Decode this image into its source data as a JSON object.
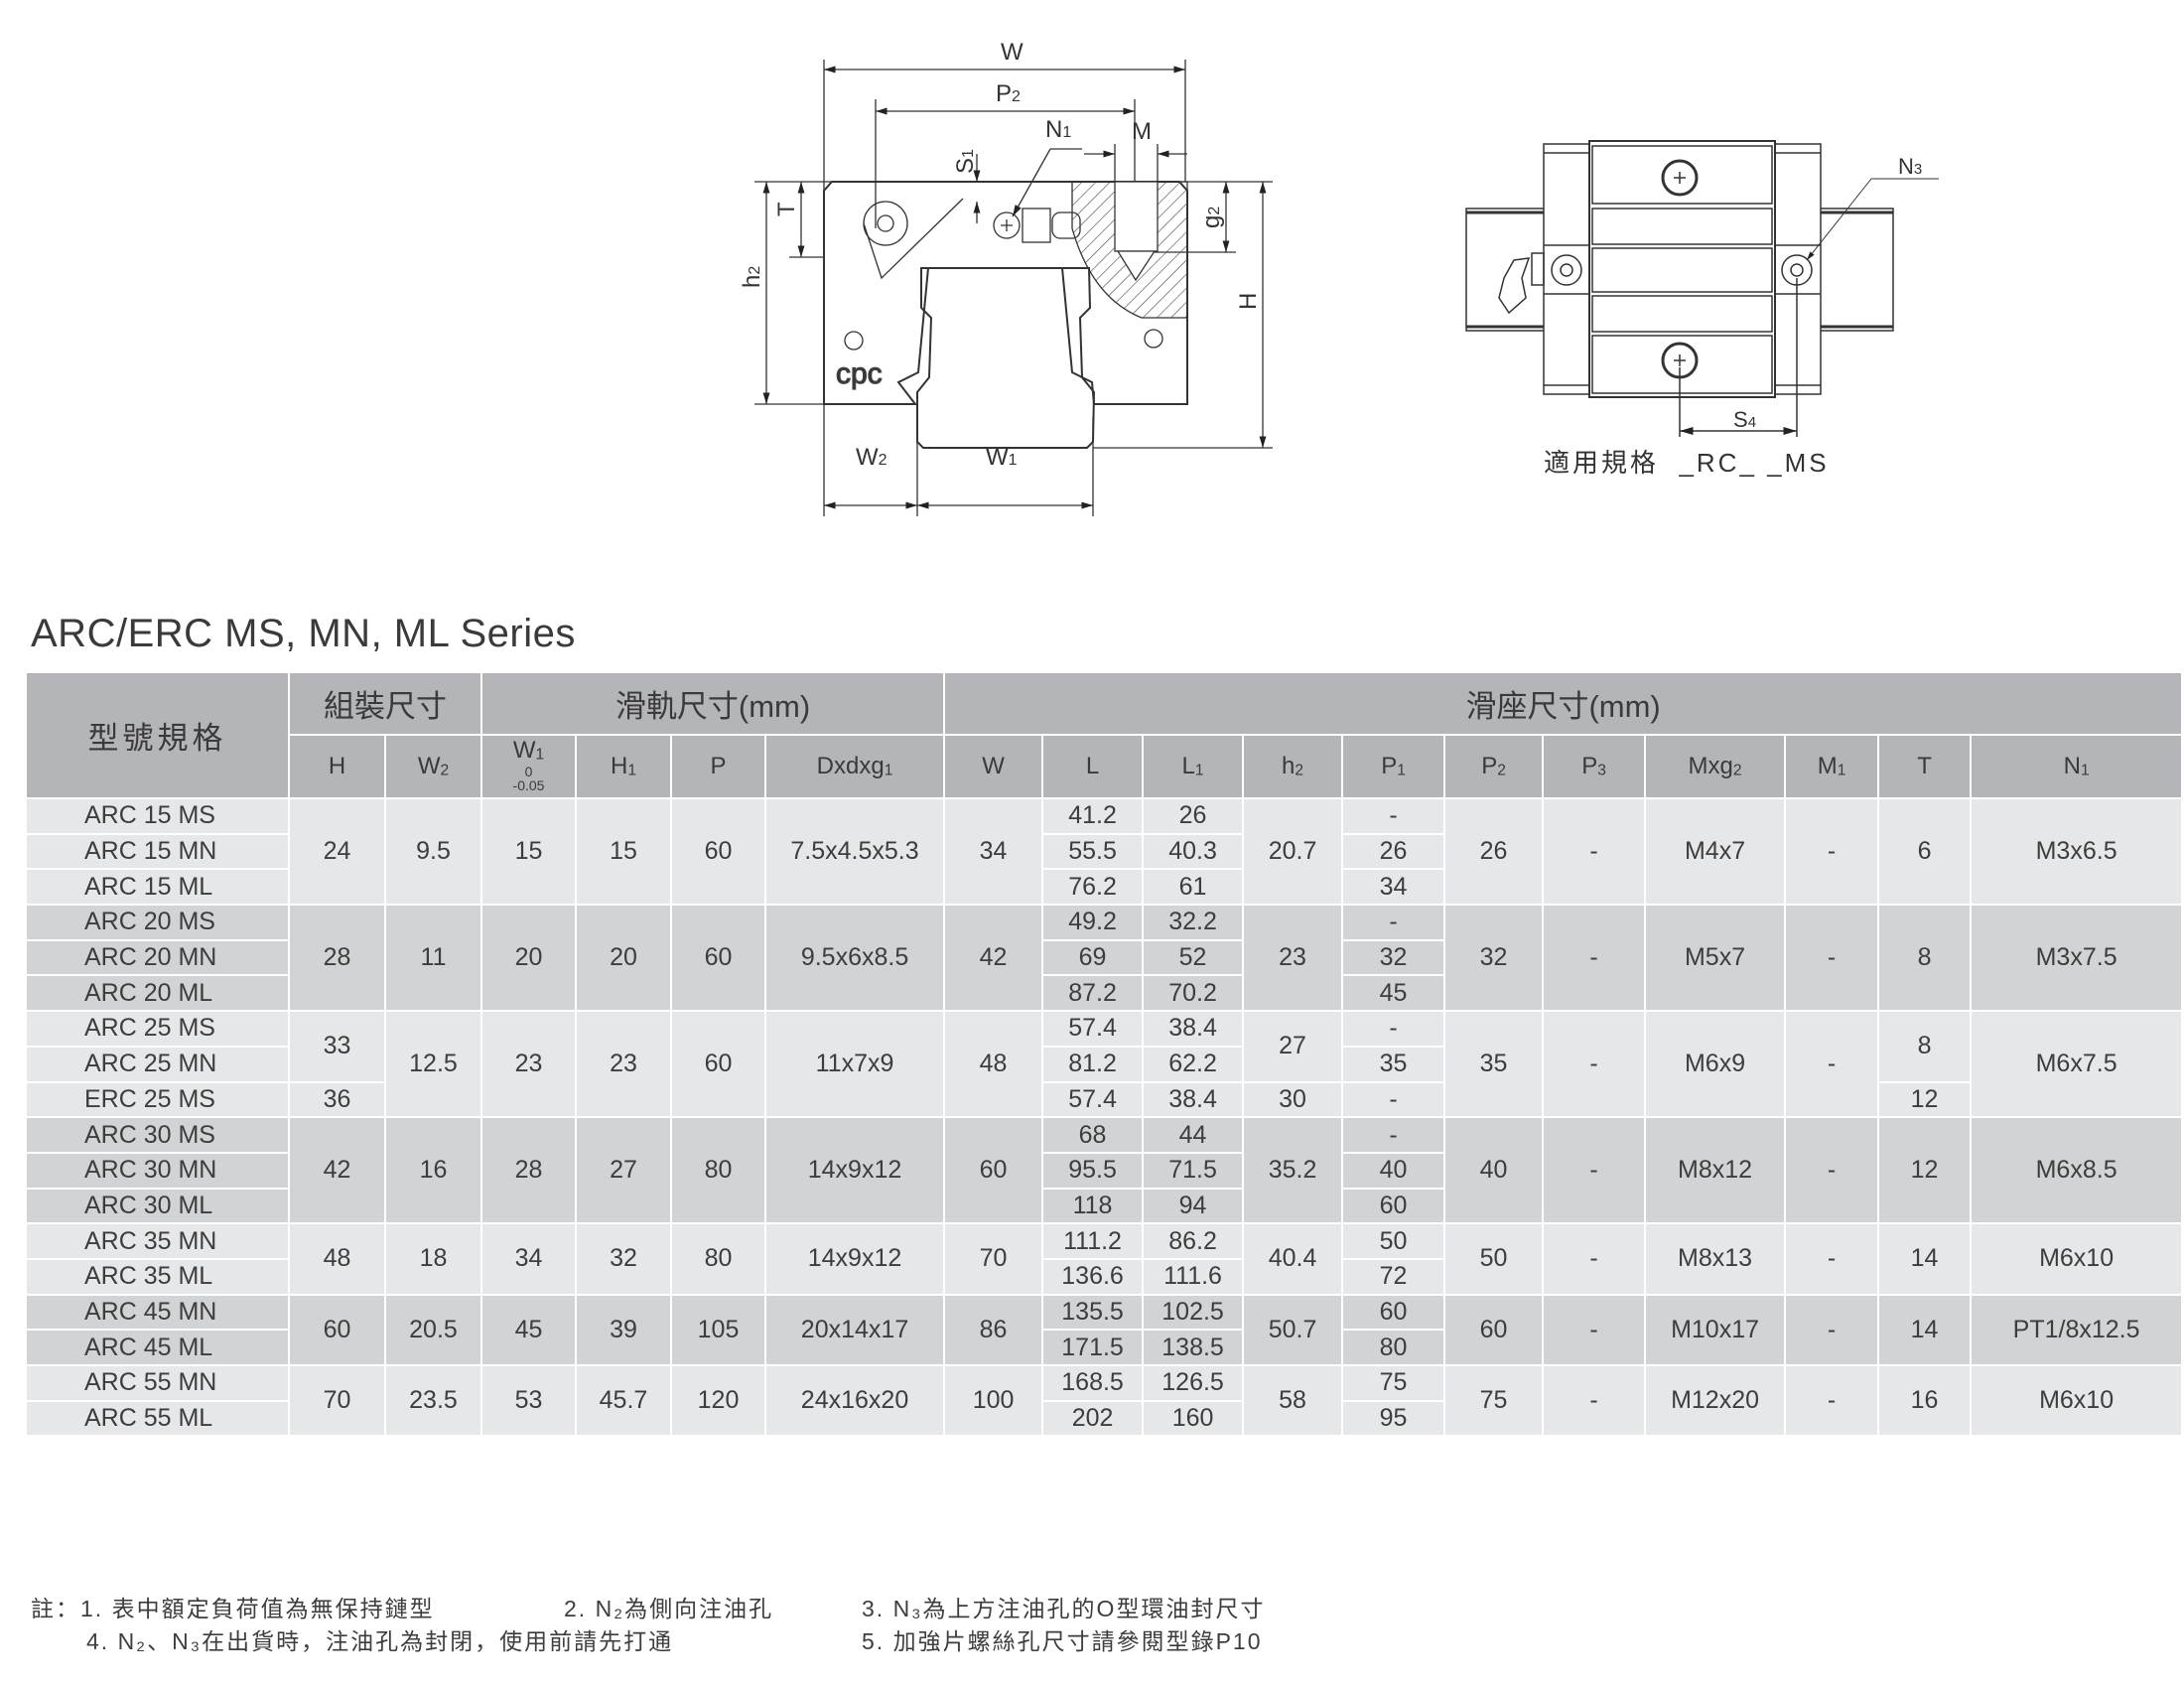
{
  "diagram": {
    "front": {
      "W": "W",
      "P2": [
        "P",
        "2"
      ],
      "N1": [
        "N",
        "1"
      ],
      "M": "M",
      "S1": [
        "S",
        "1"
      ],
      "T": "T",
      "h2": [
        "h",
        "2"
      ],
      "g2": [
        "g",
        "2"
      ],
      "H": "H",
      "W2": [
        "W",
        "2"
      ],
      "W1": [
        "W",
        "1"
      ],
      "logo": "cpc"
    },
    "top": {
      "N3": [
        "N",
        "3"
      ],
      "S4": [
        "S",
        "4"
      ],
      "caption": "適用規格  _RC_ _MS"
    }
  },
  "title": "ARC/ERC MS, MN, ML Series",
  "table": {
    "group_headers": [
      "型號規格",
      "組裝尺寸",
      "滑軌尺寸(mm)",
      "滑座尺寸(mm)"
    ],
    "columns": [
      [
        "H",
        ""
      ],
      [
        "W",
        "2"
      ],
      [
        "W",
        "1"
      ],
      [
        "H",
        "1"
      ],
      [
        "P",
        ""
      ],
      [
        "Dxdxg",
        "1"
      ],
      [
        "W",
        ""
      ],
      [
        "L",
        ""
      ],
      [
        "L",
        "1"
      ],
      [
        "h",
        "2"
      ],
      [
        "P",
        "1"
      ],
      [
        "P",
        "2"
      ],
      [
        "P",
        "3"
      ],
      [
        "Mxg",
        "2"
      ],
      [
        "M",
        "1"
      ],
      [
        "T",
        ""
      ],
      [
        "N",
        "1"
      ]
    ],
    "w1_tolerance": [
      "0",
      "-0.05"
    ],
    "groups": [
      {
        "shade": "light",
        "rows": [
          [
            "ARC 15 MS",
            [
              "24",
              3
            ],
            [
              "9.5",
              3
            ],
            [
              "15",
              3
            ],
            [
              "15",
              3
            ],
            [
              "60",
              3
            ],
            [
              "7.5x4.5x5.3",
              3
            ],
            [
              "34",
              3
            ],
            "41.2",
            "26",
            [
              "20.7",
              3
            ],
            "-",
            [
              "26",
              3
            ],
            [
              "-",
              3
            ],
            [
              "M4x7",
              3
            ],
            [
              "-",
              3
            ],
            [
              "6",
              3
            ],
            [
              "M3x6.5",
              3
            ]
          ],
          [
            "ARC 15 MN",
            "55.5",
            "40.3",
            "26"
          ],
          [
            "ARC 15 ML",
            "76.2",
            "61",
            "34"
          ]
        ]
      },
      {
        "shade": "dark",
        "rows": [
          [
            "ARC 20 MS",
            [
              "28",
              3
            ],
            [
              "11",
              3
            ],
            [
              "20",
              3
            ],
            [
              "20",
              3
            ],
            [
              "60",
              3
            ],
            [
              "9.5x6x8.5",
              3
            ],
            [
              "42",
              3
            ],
            "49.2",
            "32.2",
            [
              "23",
              3
            ],
            "-",
            [
              "32",
              3
            ],
            [
              "-",
              3
            ],
            [
              "M5x7",
              3
            ],
            [
              "-",
              3
            ],
            [
              "8",
              3
            ],
            [
              "M3x7.5",
              3
            ]
          ],
          [
            "ARC 20 MN",
            "69",
            "52",
            "32"
          ],
          [
            "ARC 20 ML",
            "87.2",
            "70.2",
            "45"
          ]
        ]
      },
      {
        "shade": "light",
        "rows": [
          [
            "ARC 25 MS",
            [
              "33",
              2
            ],
            [
              "12.5",
              3
            ],
            [
              "23",
              3
            ],
            [
              "23",
              3
            ],
            [
              "60",
              3
            ],
            [
              "11x7x9",
              3
            ],
            [
              "48",
              3
            ],
            "57.4",
            "38.4",
            [
              "27",
              2
            ],
            "-",
            [
              "35",
              3
            ],
            [
              "-",
              3
            ],
            [
              "M6x9",
              3
            ],
            [
              "-",
              3
            ],
            [
              "8",
              2
            ],
            [
              "M6x7.5",
              3
            ]
          ],
          [
            "ARC 25 MN",
            "81.2",
            "62.2",
            "35"
          ],
          [
            "ERC 25 MS",
            "36",
            "57.4",
            "38.4",
            "30",
            "-",
            "12"
          ]
        ]
      },
      {
        "shade": "dark",
        "rows": [
          [
            "ARC 30 MS",
            [
              "42",
              3
            ],
            [
              "16",
              3
            ],
            [
              "28",
              3
            ],
            [
              "27",
              3
            ],
            [
              "80",
              3
            ],
            [
              "14x9x12",
              3
            ],
            [
              "60",
              3
            ],
            "68",
            "44",
            [
              "35.2",
              3
            ],
            "-",
            [
              "40",
              3
            ],
            [
              "-",
              3
            ],
            [
              "M8x12",
              3
            ],
            [
              "-",
              3
            ],
            [
              "12",
              3
            ],
            [
              "M6x8.5",
              3
            ]
          ],
          [
            "ARC 30 MN",
            "95.5",
            "71.5",
            "40"
          ],
          [
            "ARC 30 ML",
            "118",
            "94",
            "60"
          ]
        ]
      },
      {
        "shade": "light",
        "rows": [
          [
            "ARC 35 MN",
            [
              "48",
              2
            ],
            [
              "18",
              2
            ],
            [
              "34",
              2
            ],
            [
              "32",
              2
            ],
            [
              "80",
              2
            ],
            [
              "14x9x12",
              2
            ],
            [
              "70",
              2
            ],
            "111.2",
            "86.2",
            [
              "40.4",
              2
            ],
            "50",
            [
              "50",
              2
            ],
            [
              "-",
              2
            ],
            [
              "M8x13",
              2
            ],
            [
              "-",
              2
            ],
            [
              "14",
              2
            ],
            [
              "M6x10",
              2
            ]
          ],
          [
            "ARC 35 ML",
            "136.6",
            "111.6",
            "72"
          ]
        ]
      },
      {
        "shade": "dark",
        "rows": [
          [
            "ARC 45 MN",
            [
              "60",
              2
            ],
            [
              "20.5",
              2
            ],
            [
              "45",
              2
            ],
            [
              "39",
              2
            ],
            [
              "105",
              2
            ],
            [
              "20x14x17",
              2
            ],
            [
              "86",
              2
            ],
            "135.5",
            "102.5",
            [
              "50.7",
              2
            ],
            "60",
            [
              "60",
              2
            ],
            [
              "-",
              2
            ],
            [
              "M10x17",
              2
            ],
            [
              "-",
              2
            ],
            [
              "14",
              2
            ],
            [
              "PT1/8x12.5",
              2
            ]
          ],
          [
            "ARC 45 ML",
            "171.5",
            "138.5",
            "80"
          ]
        ]
      },
      {
        "shade": "light",
        "rows": [
          [
            "ARC 55 MN",
            [
              "70",
              2
            ],
            [
              "23.5",
              2
            ],
            [
              "53",
              2
            ],
            [
              "45.7",
              2
            ],
            [
              "120",
              2
            ],
            [
              "24x16x20",
              2
            ],
            [
              "100",
              2
            ],
            "168.5",
            "126.5",
            [
              "58",
              2
            ],
            "75",
            [
              "75",
              2
            ],
            [
              "-",
              2
            ],
            [
              "M12x20",
              2
            ],
            [
              "-",
              2
            ],
            [
              "16",
              2
            ],
            [
              "M6x10",
              2
            ]
          ],
          [
            "ARC 55 ML",
            "202",
            "160",
            "95"
          ]
        ]
      }
    ]
  },
  "notes": {
    "n1": "註：1. 表中額定負荷值為無保持鏈型",
    "n2": "2. N₂為側向注油孔",
    "n3": "3. N₃為上方注油孔的O型環油封尺寸",
    "n4": "4. N₂、N₃在出貨時，注油孔為封閉，使用前請先打通",
    "n5": "5. 加強片螺絲孔尺寸請參閱型錄P10"
  }
}
